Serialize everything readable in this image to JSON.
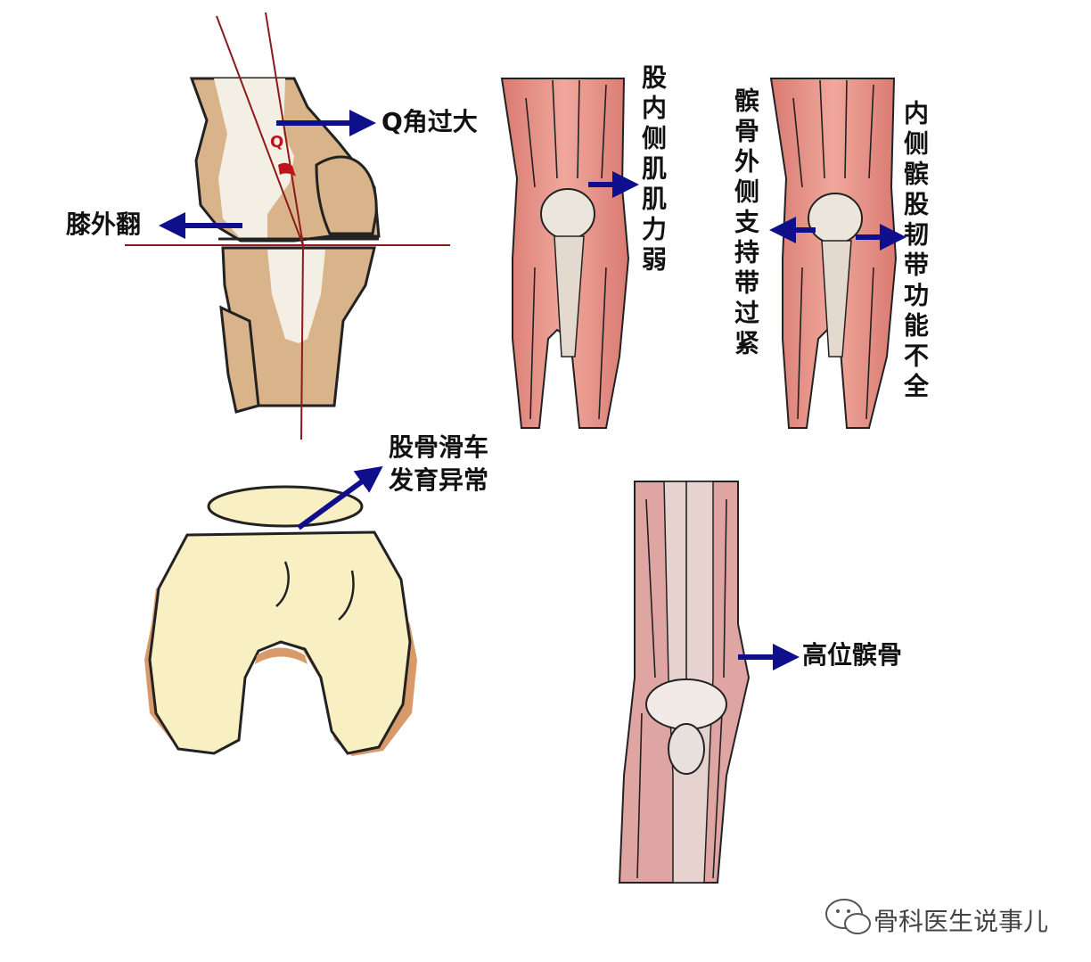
{
  "labels": {
    "q_angle": "Q角过大",
    "q_letter": "Q",
    "knee_valgus": "膝外翻",
    "vmo_weak": "股内侧肌肌力弱",
    "lateral_retinaculum": "髌骨外侧支持带过紧",
    "mpfl": "内侧髌股韧带功能不全",
    "trochlear_line1": "股骨滑车",
    "trochlear_line2": "发育异常",
    "patella_alta": "高位髌骨"
  },
  "watermark": {
    "text": "骨科医生说事儿",
    "icon": "wechat-icon"
  },
  "colors": {
    "arrow": "#0f0f8c",
    "axis_line": "#8b1a1a",
    "bone": "#d9b48a",
    "cartilage": "#f4efe4",
    "muscle": "#e58c82",
    "femur_end": "#f8f0c2",
    "femur_shade": "#d89a6a",
    "patella_tendon": "#e6d3d0"
  }
}
